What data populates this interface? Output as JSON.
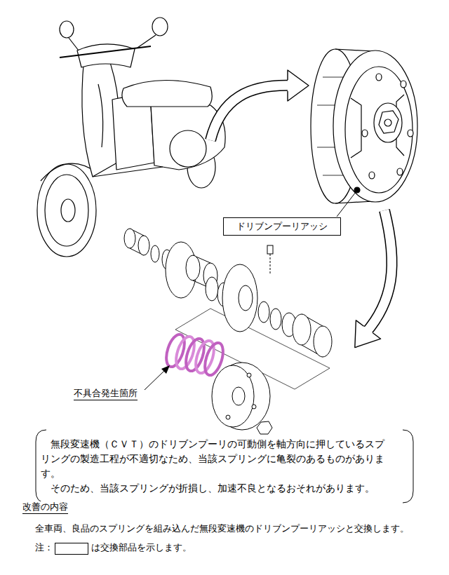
{
  "diagram": {
    "nodes": [
      {
        "text": [
          "ドリブンプーリアッシ"
        ]
      },
      {
        "text": [
          "無段変速機（ＣＶＴ）のドリブンプーリの可動側を軸方向に押しているスプ リングの製造工程が不適切なため、当該スプリングに亀裂のあるものがあります。",
          "そのため、当該スプリングが折損し、加速不良となるおそれがあります。"
        ]
      }
    ],
    "labels": [
      "不具合発生箇所",
      "改善の内容",
      "全車両、良品のスプリングを組み込んだ無段変速機のドリブンプーリアッシと交換します。",
      "注："
    ],
    "legend": [
      {
        "text": "は交換部品を示します。"
      }
    ]
  }
}
